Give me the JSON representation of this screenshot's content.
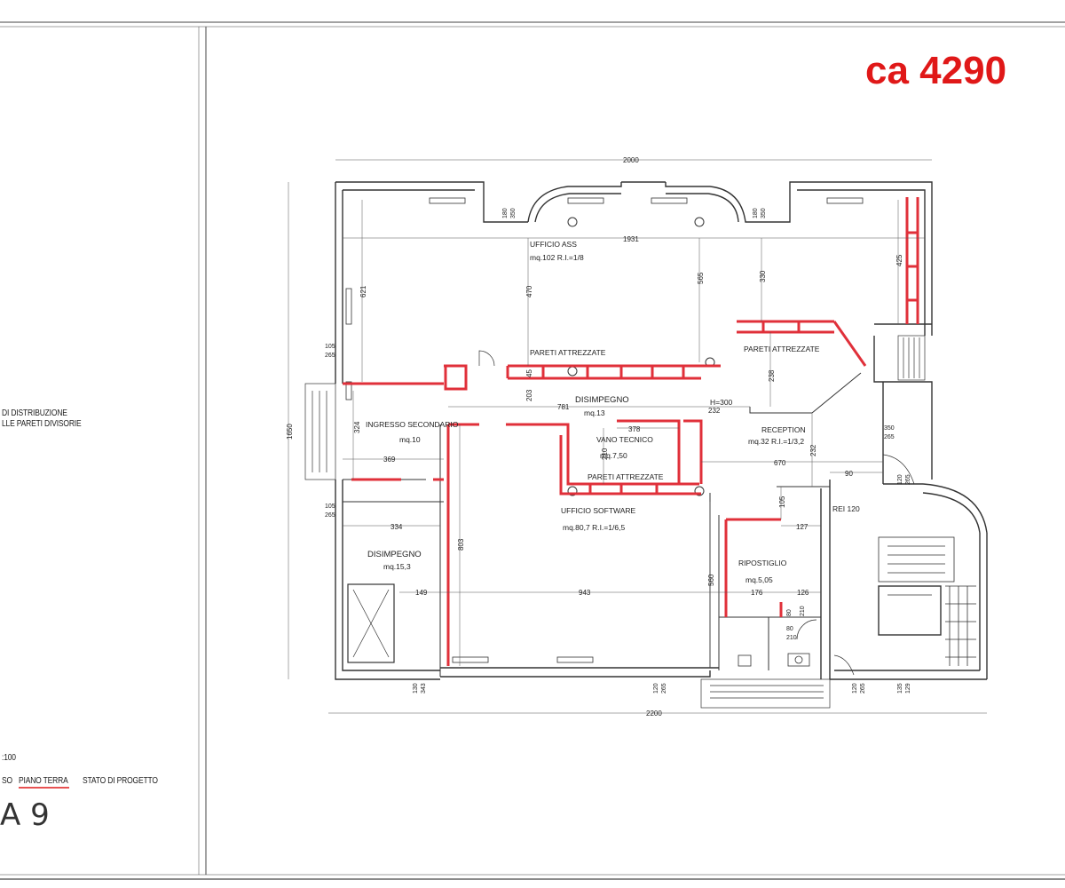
{
  "area_label": "ca 4290",
  "legend": {
    "line1": "DI DISTRIBUZIONE",
    "line2": "LLE PARETI DIVISORIE",
    "scale": ":100",
    "floor_prefix": "SO",
    "floor": "PIANO TERRA",
    "status": "STATO DI PROGETTO",
    "sheet": "A   9"
  },
  "rooms": {
    "ufficio_ass": {
      "name": "UFFICIO ASS",
      "info": "mq.102   R.I.=1/8"
    },
    "pareti_1": "PARETI ATTREZZATE",
    "pareti_2": "PARETI ATTREZZATE",
    "pareti_3": "PARETI ATTREZZATE",
    "disimpegno_main": {
      "name": "DISIMPEGNO",
      "info": "mq.13"
    },
    "h300": "H=300",
    "ingresso": {
      "name": "INGRESSO SECONDARIO",
      "info": "mq.10"
    },
    "vano_tecnico": {
      "name": "VANO TECNICO",
      "info": "mq.7,50"
    },
    "reception": {
      "name": "RECEPTION",
      "info": "mq.32   R.I.=1/3,2"
    },
    "ufficio_software": {
      "name": "UFFICIO SOFTWARE",
      "info": "mq.80,7   R.I.=1/6,5"
    },
    "disimpegno_2": {
      "name": "DISIMPEGNO",
      "info": "mq.15,3"
    },
    "ripostiglio": {
      "name": "RIPOSTIGLIO",
      "info": "mq.5,05"
    },
    "rei": "REI 120"
  },
  "dimensions": {
    "d2000": "2000",
    "d1931": "1931",
    "d2200": "2200",
    "d1650": "1650",
    "d621": "621",
    "d470": "470",
    "d565": "565",
    "d330": "330",
    "d425": "425",
    "d781": "781",
    "d232a": "232",
    "d238": "238",
    "d203": "203",
    "d45": "45",
    "d324": "324",
    "d369": "369",
    "d378": "378",
    "d210": "210",
    "d670": "670",
    "d232b": "232",
    "d90": "90",
    "d105": "105",
    "d127": "127",
    "d334": "334",
    "d803": "803",
    "d560": "560",
    "d149": "149",
    "d943": "943",
    "d176": "176",
    "d126": "126",
    "d80a": "80",
    "d210b": "210",
    "d80b": "80",
    "d210c": "210",
    "d105_265a": "105",
    "d265a": "265",
    "d105_265b": "105",
    "d265b": "265",
    "d180_350a": "180",
    "d350a": "350",
    "d180_350b": "180",
    "d350b": "350",
    "d350_265": "350",
    "d265c": "265",
    "d120_265": "120",
    "d265d": "265",
    "d130_343": "130",
    "d343": "343",
    "d120_265b": "120",
    "d265e": "265",
    "d120_265c": "120",
    "d265f": "265",
    "d135_129": "135",
    "d129": "129"
  },
  "colors": {
    "wall": "#333333",
    "partition": "#e0303a",
    "accent": "#e01818"
  }
}
